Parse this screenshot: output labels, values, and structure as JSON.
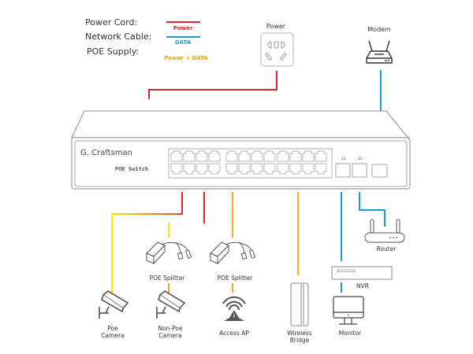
{
  "legend": {
    "items": [
      {
        "label": "Power Cord:",
        "line_label": "Power",
        "color": "#e0252f"
      },
      {
        "label": "Network Cable:",
        "line_label": "DATA",
        "color": "#1a9ad9"
      },
      {
        "label": "POE Supply:",
        "line_label": "Power + DATA",
        "color_start": "#ffe81a",
        "color_end": "#e84a2a",
        "label_color": "#f0a010"
      }
    ]
  },
  "colors": {
    "power": "#e0252f",
    "data": "#1a9ad9",
    "poe_yellow": "#ffe600",
    "poe_orange": "#f5a623",
    "outline": "#555555",
    "device_line": "#9a9a9a"
  },
  "switch": {
    "brand": "G. Craftsman",
    "model": "POE Switch",
    "uplink_port_labels": [
      "G1",
      "G2"
    ]
  },
  "devices": {
    "power_outlet": {
      "label": "Power"
    },
    "modem": {
      "label": "Modem"
    },
    "router": {
      "label": "Router"
    },
    "nvr": {
      "label": "NVR"
    },
    "monitor": {
      "label": "Monitor"
    },
    "wireless_bridge": {
      "label_line1": "Wireless",
      "label_line2": "Bridge"
    },
    "access_ap": {
      "label": "Access AP"
    },
    "poe_camera": {
      "label_line1": "Poe",
      "label_line2": "Camera"
    },
    "non_poe_camera": {
      "label_line1": "Non-Poe",
      "label_line2": "Camera"
    },
    "poe_splitter_1": {
      "label": "POE Splitter"
    },
    "poe_splitter_2": {
      "label": "POE Splitter"
    }
  }
}
